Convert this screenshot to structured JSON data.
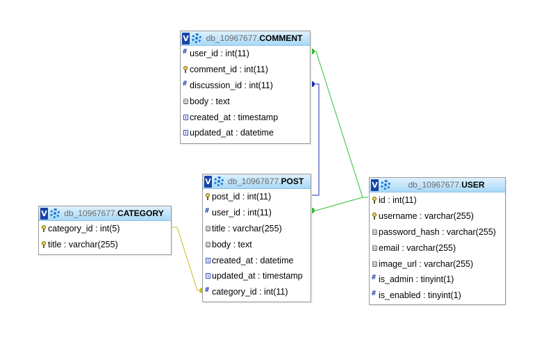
{
  "diagram": {
    "colors": {
      "header_gradient_top": "#dff1fd",
      "header_gradient_bottom": "#a9d9f8",
      "relation_user_comment": "#2cbf2c",
      "relation_user_post": "#2cbf2c",
      "relation_post_comment": "#1f2fb0",
      "relation_category_post": "#c9bb1c"
    },
    "toggle_label": "V",
    "tables": [
      {
        "id": "comment",
        "db": "db_10967677.",
        "name": "COMMENT",
        "columns": [
          {
            "text": "user_id : int(11)",
            "icon": "number-icon"
          },
          {
            "text": "comment_id : int(11)",
            "icon": "primary-key-icon"
          },
          {
            "text": "discussion_id : int(11)",
            "icon": "number-icon"
          },
          {
            "text": "body : text",
            "icon": "text-icon"
          },
          {
            "text": "created_at : timestamp",
            "icon": "timestamp-icon"
          },
          {
            "text": "updated_at : datetime",
            "icon": "timestamp-icon"
          }
        ]
      },
      {
        "id": "post",
        "db": "db_10967677.",
        "name": "POST",
        "columns": [
          {
            "text": "post_id : int(11)",
            "icon": "primary-key-icon"
          },
          {
            "text": "user_id : int(11)",
            "icon": "number-icon"
          },
          {
            "text": "title : varchar(255)",
            "icon": "text-icon"
          },
          {
            "text": "body : text",
            "icon": "text-icon"
          },
          {
            "text": "created_at : datetime",
            "icon": "timestamp-icon"
          },
          {
            "text": "updated_at : timestamp",
            "icon": "timestamp-icon"
          },
          {
            "text": "category_id : int(11)",
            "icon": "number-icon"
          }
        ]
      },
      {
        "id": "category",
        "db": "db_10967677.",
        "name": "CATEGORY",
        "columns": [
          {
            "text": "category_id : int(5)",
            "icon": "primary-key-icon"
          },
          {
            "text": "title : varchar(255)",
            "icon": "primary-key-icon"
          }
        ]
      },
      {
        "id": "user",
        "db": "db_10967677.",
        "name": "USER",
        "columns": [
          {
            "text": "id : int(11)",
            "icon": "primary-key-icon"
          },
          {
            "text": "username : varchar(255)",
            "icon": "primary-key-icon"
          },
          {
            "text": "password_hash : varchar(255)",
            "icon": "text-icon"
          },
          {
            "text": "email : varchar(255)",
            "icon": "text-icon"
          },
          {
            "text": "image_url : varchar(255)",
            "icon": "text-icon"
          },
          {
            "text": "is_admin : tinyint(1)",
            "icon": "number-icon"
          },
          {
            "text": "is_enabled : tinyint(1)",
            "icon": "number-icon"
          }
        ]
      }
    ]
  }
}
